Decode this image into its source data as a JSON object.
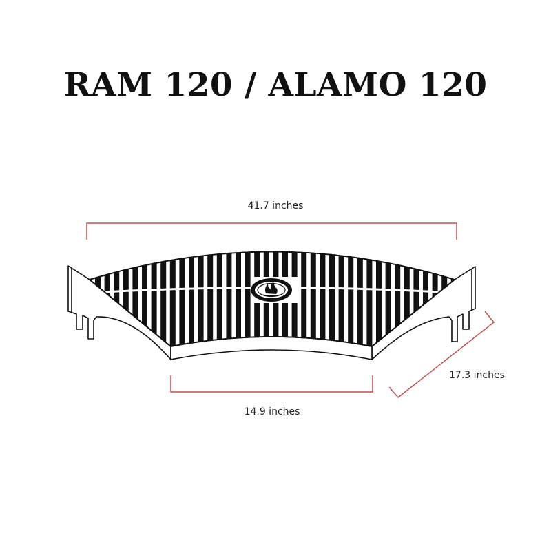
{
  "title": "RAM 120 / ALAMO 120",
  "dimensions": {
    "top_width": "41.7 inches",
    "bottom_width": "14.9 inches",
    "depth": "17.3 inches"
  },
  "colors": {
    "dimension_line": "#c0504d",
    "outline": "#111111",
    "background": "#ffffff"
  },
  "icons": {
    "center_badge": "flame-logo-icon"
  }
}
